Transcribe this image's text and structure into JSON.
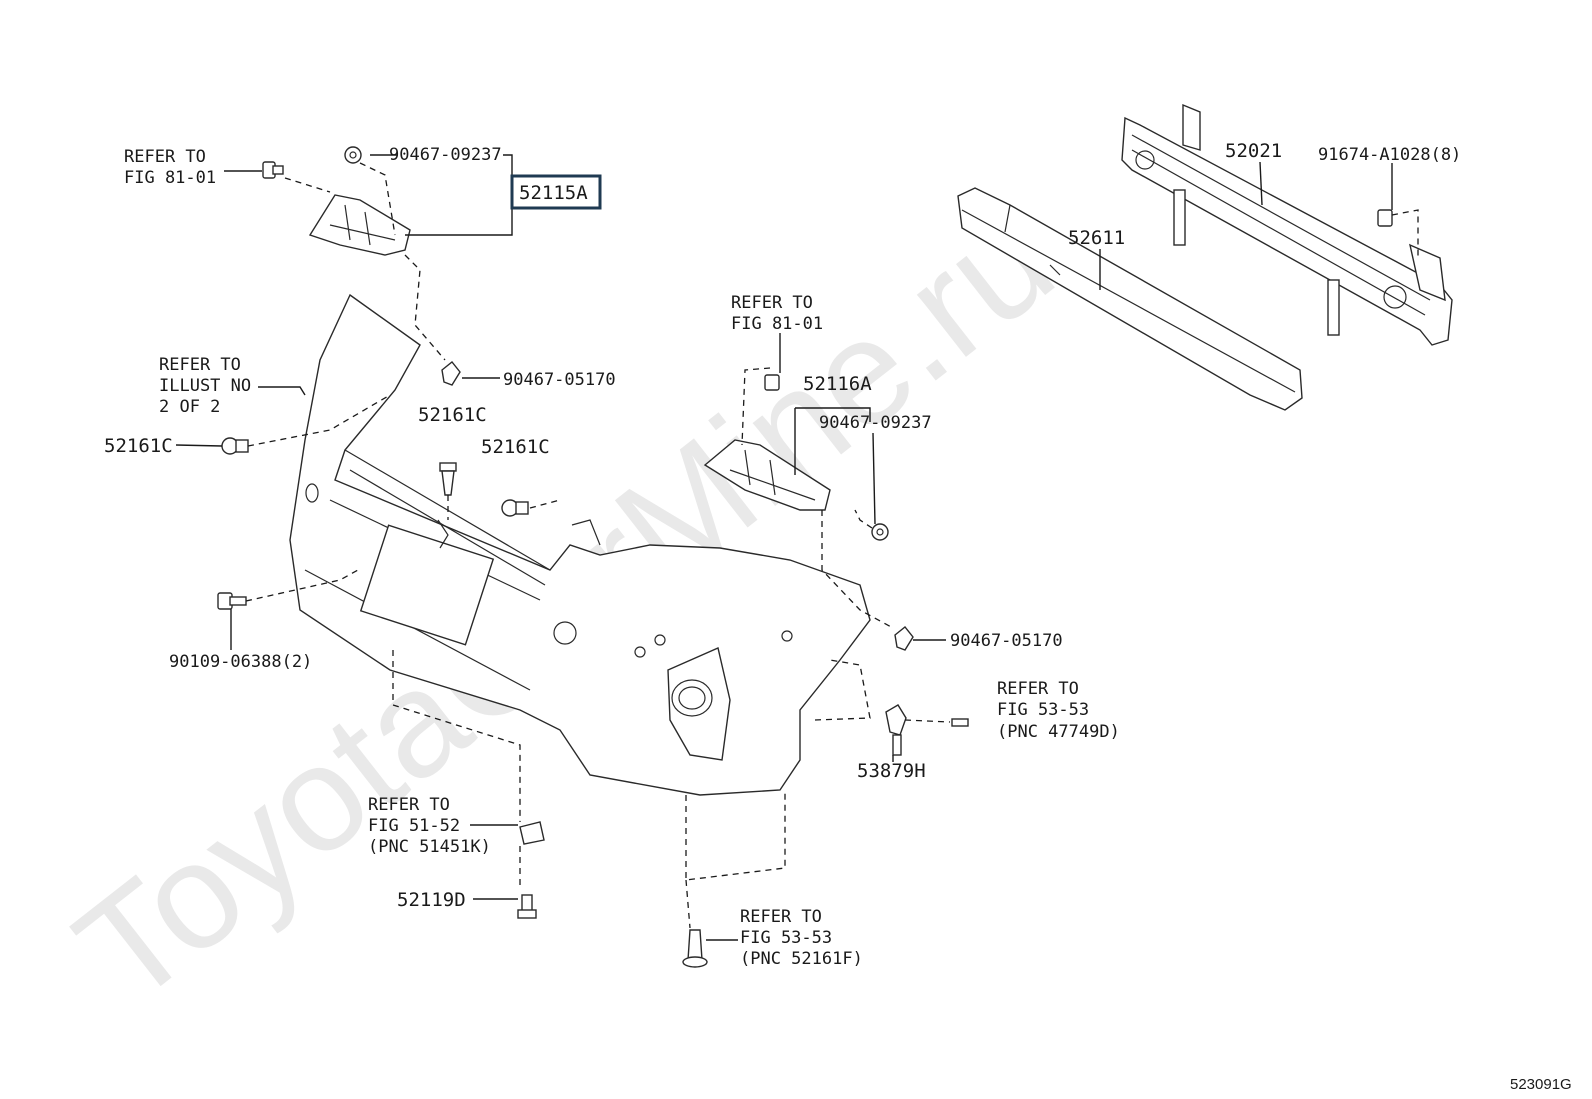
{
  "watermark": "ToyotaCarMine.ru",
  "figure_ref": "523091G",
  "labels": {
    "l_refer_81_01_a_1": "REFER TO",
    "l_refer_81_01_a_2": "FIG 81-01",
    "l_9046709237_a": "90467-09237",
    "l_52115A": "52115A",
    "l_9046705170_a": "90467-05170",
    "l_refer_illust_1": "REFER TO",
    "l_refer_illust_2": "ILLUST NO",
    "l_refer_illust_3": "2 OF 2",
    "l_52161C_a": "52161C",
    "l_52161C_b": "52161C",
    "l_52161C_c": "52161C",
    "l_90109": "90109-06388(2)",
    "l_refer_81_01_b_1": "REFER TO",
    "l_refer_81_01_b_2": "FIG 81-01",
    "l_52116A": "52116A",
    "l_9046709237_b": "90467-09237",
    "l_9046705170_b": "90467-05170",
    "l_refer_53_53_a_1": "REFER TO",
    "l_refer_53_53_a_2": "FIG 53-53",
    "l_refer_53_53_a_3": "(PNC 47749D)",
    "l_53879H": "53879H",
    "l_refer_51_52_1": "REFER TO",
    "l_refer_51_52_2": "FIG 51-52",
    "l_refer_51_52_3": "(PNC 51451K)",
    "l_52119D": "52119D",
    "l_refer_53_53_b_1": "REFER TO",
    "l_refer_53_53_b_2": "FIG 53-53",
    "l_refer_53_53_b_3": "(PNC 52161F)",
    "l_52021": "52021",
    "l_91674": "91674-A1028(8)",
    "l_52611": "52611"
  }
}
